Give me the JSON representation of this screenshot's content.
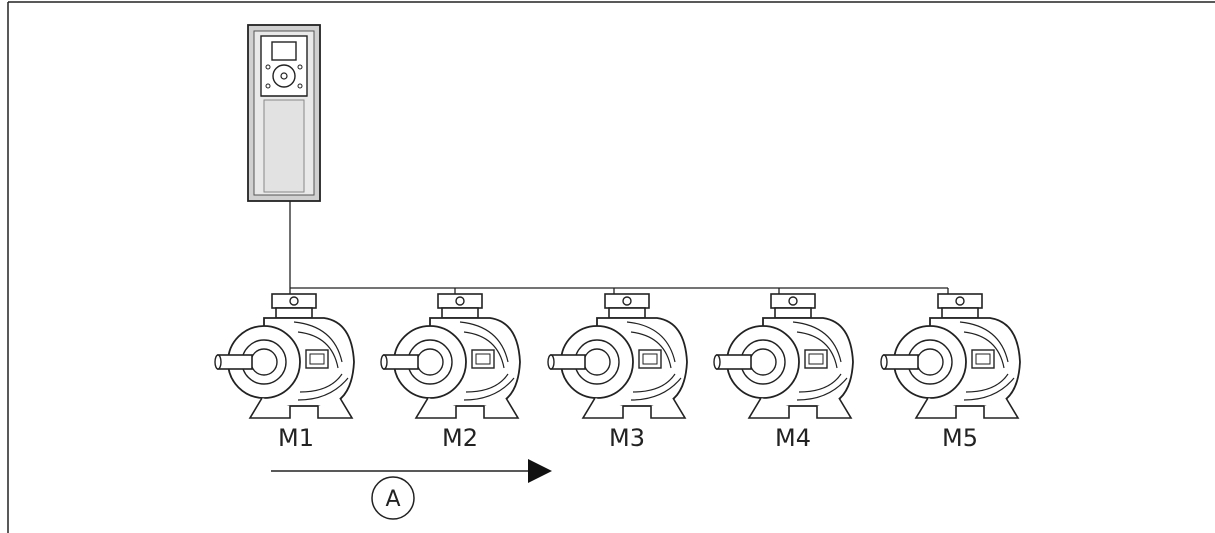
{
  "diagram": {
    "drive": {
      "name": "frequency-converter"
    },
    "motors": [
      {
        "label": "M1"
      },
      {
        "label": "M2"
      },
      {
        "label": "M3"
      },
      {
        "label": "M4"
      },
      {
        "label": "M5"
      }
    ],
    "arrow": {
      "callout": "A"
    },
    "colors": {
      "stroke": "#222222",
      "drive_body": "#c8c8c8",
      "drive_panel": "#e8e8e8",
      "motor_fill": "#ffffff"
    }
  }
}
